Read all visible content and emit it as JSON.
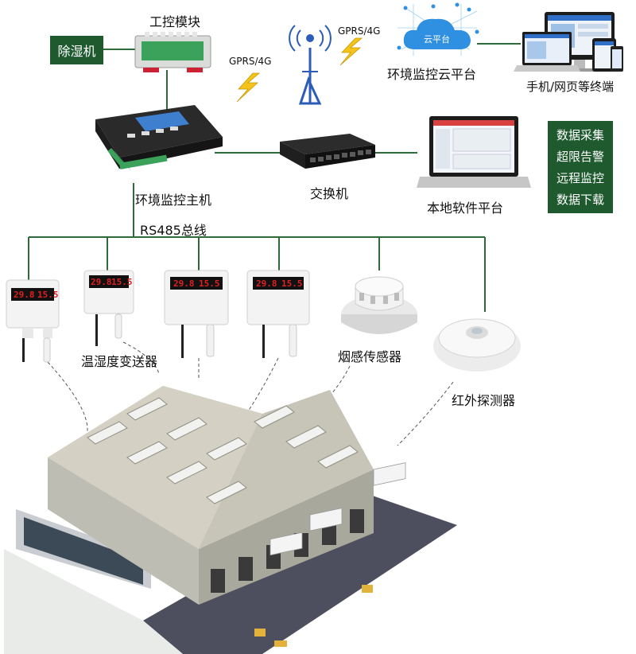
{
  "labels": {
    "dehumidifier": "除湿机",
    "io_module": "工控模块",
    "gprs_left": "GPRS/4G",
    "gprs_right": "GPRS/4G",
    "cloud_badge": "云平台",
    "cloud_platform": "环境监控云平台",
    "terminals": "手机/网页等终端",
    "host": "环境监控主机",
    "switch": "交换机",
    "local_platform": "本地软件平台",
    "bus": "RS485总线",
    "th_sensor": "温湿度变送器",
    "smoke_sensor": "烟感传感器",
    "ir_detector": "红外探测器"
  },
  "features": [
    "数据采集",
    "超限告警",
    "远程监控",
    "数据下载"
  ],
  "sensor_readings": [
    {
      "temp": "29.8",
      "hum": "15.5"
    },
    {
      "temp": "29.8",
      "hum": "15.5"
    },
    {
      "temp": "29.8",
      "hum": "15.5"
    },
    {
      "temp": "29.8",
      "hum": "15.5"
    }
  ],
  "colors": {
    "accent_green": "#1e5a2e",
    "line_green": "#2e6b3a",
    "lightning": "#f4c21a",
    "cloud_blue": "#2f8fe0",
    "led_red": "#e02020"
  },
  "icons": [
    "tower-icon",
    "lightning-icon",
    "cloud-icon",
    "laptop-icon",
    "monitor-icon",
    "tablet-icon",
    "phone-icon",
    "controller-icon",
    "switch-icon",
    "io-module-icon",
    "smoke-detector-icon",
    "infrared-detector-icon",
    "warehouse-icon"
  ]
}
